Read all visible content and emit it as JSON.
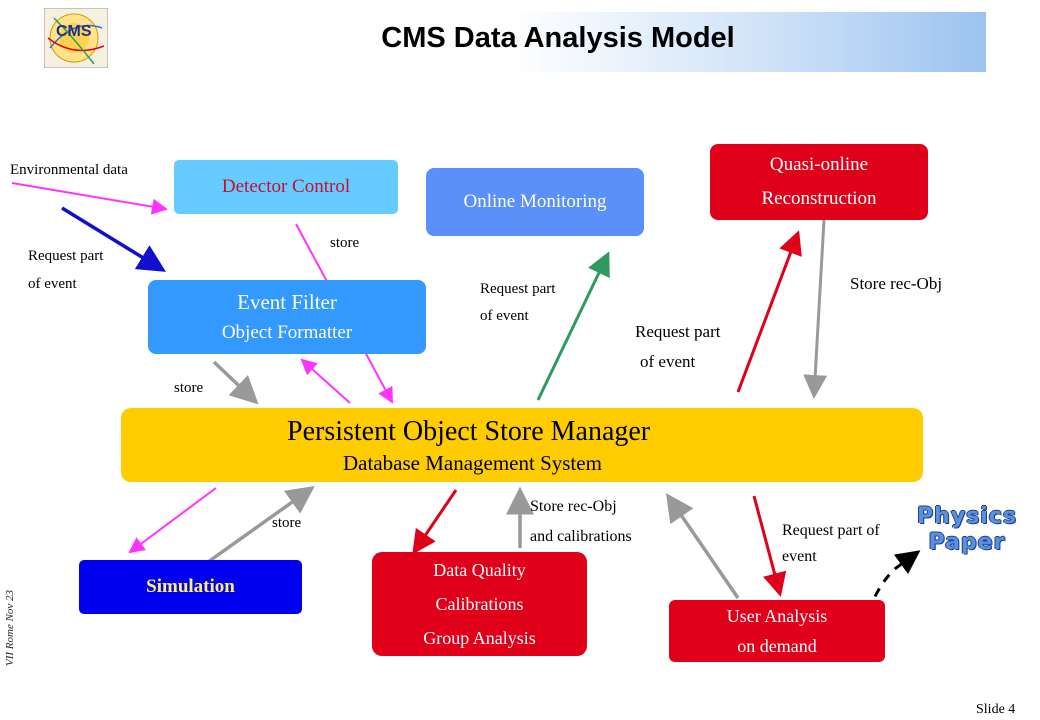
{
  "header": {
    "title": "CMS Data Analysis Model",
    "logo_text": "CMS"
  },
  "boxes": {
    "detector_control": {
      "line1": "Detector Control",
      "color": "#66ccff",
      "text_color": "#c8102e"
    },
    "online_monitoring": {
      "line1": "Online Monitoring",
      "color": "#5b8ff9",
      "text_color": "#ffffff"
    },
    "quasi_online": {
      "line1": "Quasi-online",
      "line2": "Reconstruction",
      "color": "#e0001a",
      "text_color": "#ffffff"
    },
    "event_filter": {
      "line1": "Event Filter",
      "line2": "Object Formatter",
      "color": "#3399ff",
      "text_color": "#ffffff"
    },
    "posm": {
      "line1": "Persistent Object Store Manager",
      "line2": "Database Management System",
      "color": "#ffcc00",
      "text_color": "#000000"
    },
    "simulation": {
      "line1": "Simulation",
      "color": "#0000ee",
      "text_color": "#ffee66"
    },
    "data_quality": {
      "line1": "Data Quality",
      "line2": "Calibrations",
      "line3": "Group Analysis",
      "color": "#e0001a",
      "text_color": "#ffffff"
    },
    "user_analysis": {
      "line1": "User Analysis",
      "line2": "on demand",
      "color": "#e0001a",
      "text_color": "#ffffff"
    }
  },
  "labels": {
    "environmental_data": "Environmental data",
    "request_part_1a": "Request part",
    "request_part_1b": "of event",
    "store_top": "store",
    "store_left": "store",
    "request_part_2a": "Request part",
    "request_part_2b": "of event",
    "request_part_3a": "Request part",
    "request_part_3b": "of event",
    "store_rec_obj": "Store rec-Obj",
    "store_sim": "store",
    "store_rec_obj_calib_a": "Store rec-Obj",
    "store_rec_obj_calib_b": "and calibrations",
    "request_part_4a": "Request part of",
    "request_part_4b": "event",
    "physics_a": "Physics",
    "physics_b": "Paper"
  },
  "footer": {
    "slide": "Slide 4",
    "sidebar": "VII Rome Nov 23"
  },
  "colors": {
    "magenta": "#ff33ff",
    "blue": "#1010cc",
    "gray": "#999999",
    "green": "#2e9a60",
    "red": "#e0001a"
  }
}
